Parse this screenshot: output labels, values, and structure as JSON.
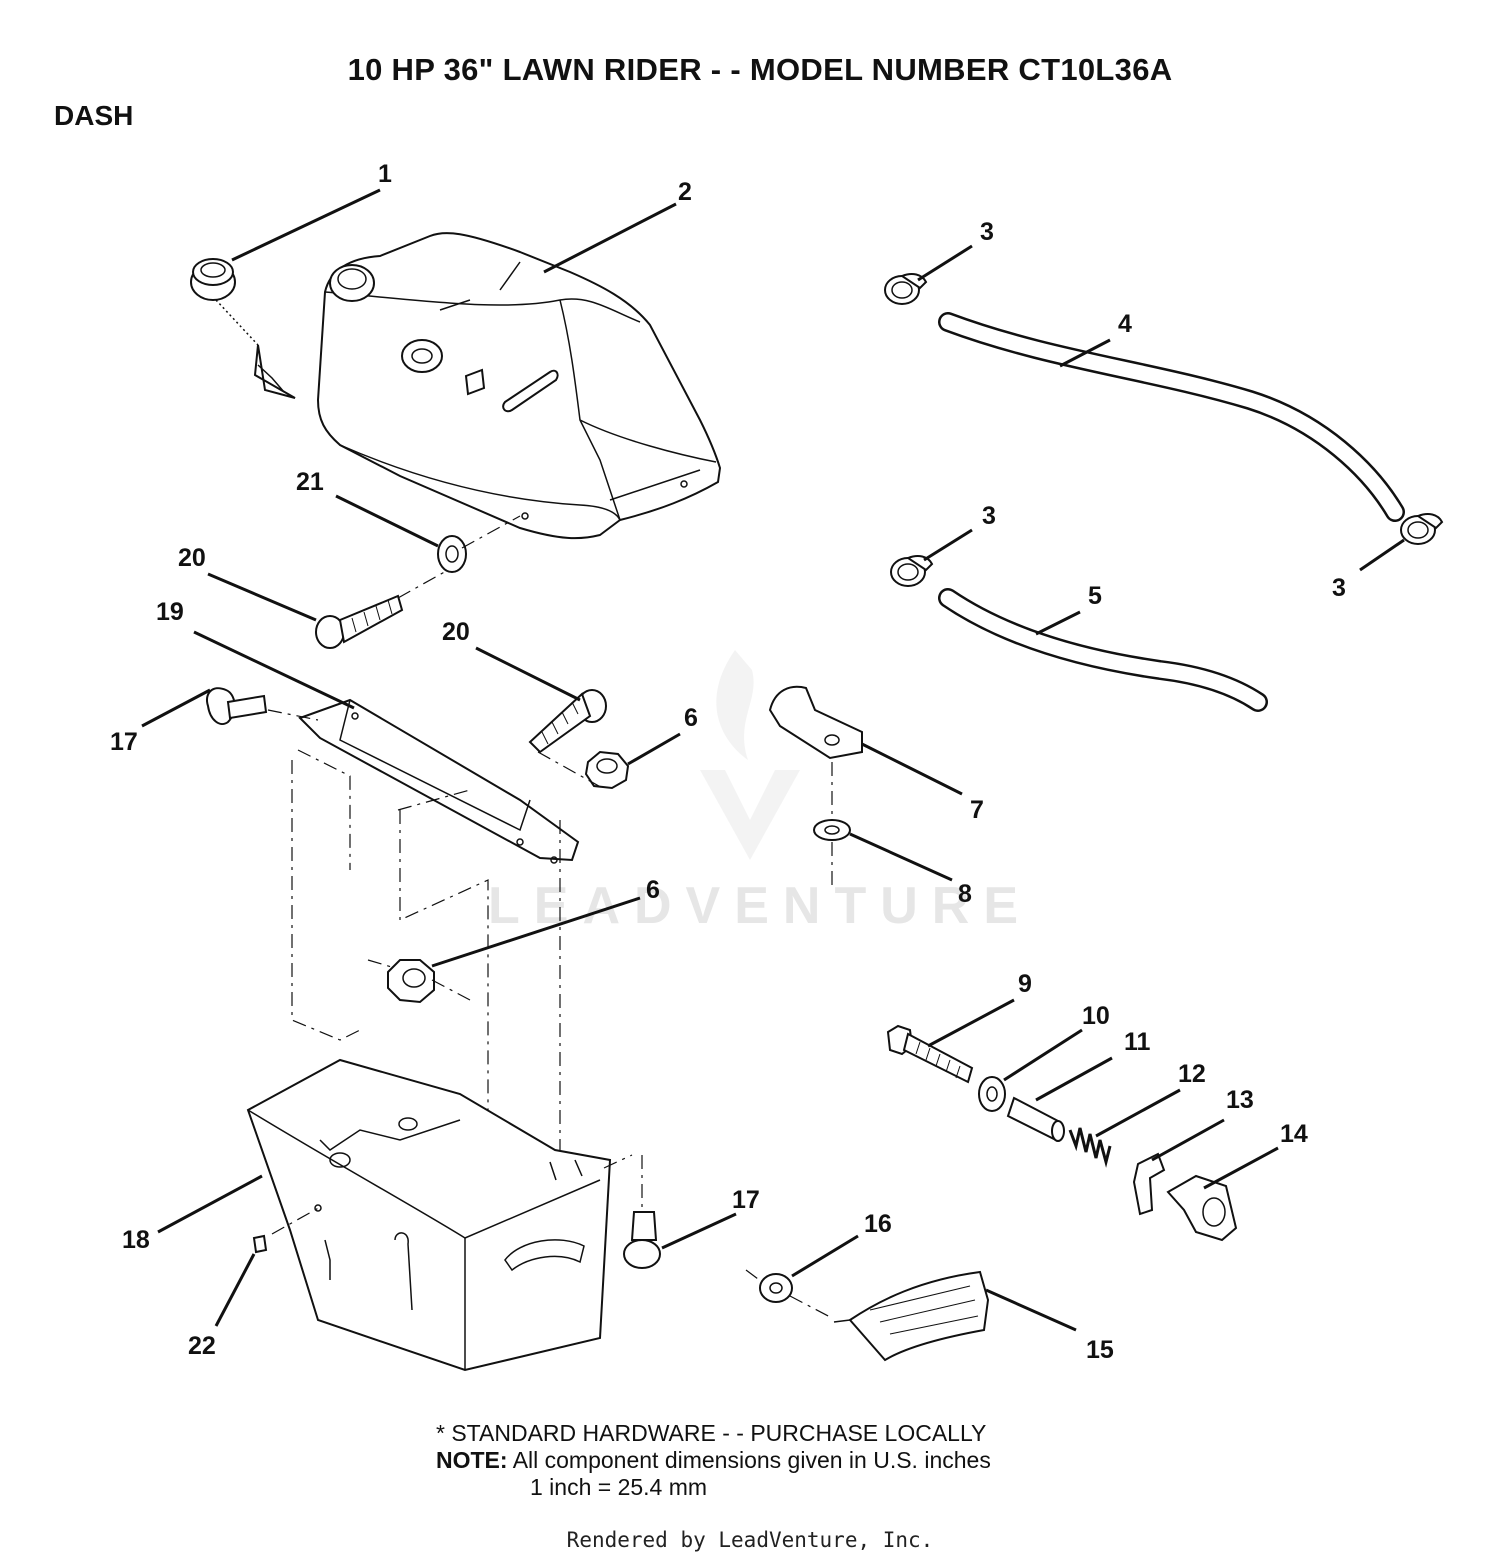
{
  "header": {
    "title": "10 HP 36\" LAWN RIDER - - MODEL NUMBER CT10L36A",
    "section": "DASH"
  },
  "watermark": "LEADVENTURE",
  "callouts": [
    {
      "id": "c1",
      "label": "1"
    },
    {
      "id": "c2",
      "label": "2"
    },
    {
      "id": "c3a",
      "label": "3"
    },
    {
      "id": "c3b",
      "label": "3"
    },
    {
      "id": "c3c",
      "label": "3"
    },
    {
      "id": "c4",
      "label": "4"
    },
    {
      "id": "c5",
      "label": "5"
    },
    {
      "id": "c6a",
      "label": "6"
    },
    {
      "id": "c6b",
      "label": "6"
    },
    {
      "id": "c7",
      "label": "7"
    },
    {
      "id": "c8",
      "label": "8"
    },
    {
      "id": "c9",
      "label": "9"
    },
    {
      "id": "c10",
      "label": "10"
    },
    {
      "id": "c11",
      "label": "11"
    },
    {
      "id": "c12",
      "label": "12"
    },
    {
      "id": "c13",
      "label": "13"
    },
    {
      "id": "c14",
      "label": "14"
    },
    {
      "id": "c15",
      "label": "15"
    },
    {
      "id": "c16",
      "label": "16"
    },
    {
      "id": "c17a",
      "label": "17"
    },
    {
      "id": "c17b",
      "label": "17"
    },
    {
      "id": "c18",
      "label": "18"
    },
    {
      "id": "c19",
      "label": "19"
    },
    {
      "id": "c20a",
      "label": "20"
    },
    {
      "id": "c20b",
      "label": "20"
    },
    {
      "id": "c21",
      "label": "21"
    },
    {
      "id": "c22",
      "label": "22"
    }
  ],
  "notes": {
    "standard_hardware": "* STANDARD HARDWARE - - PURCHASE LOCALLY",
    "note_label": "NOTE:",
    "note_text": "All component dimensions given in U.S. inches",
    "conversion": "1 inch = 25.4 mm"
  },
  "footer": "Rendered by LeadVenture, Inc."
}
